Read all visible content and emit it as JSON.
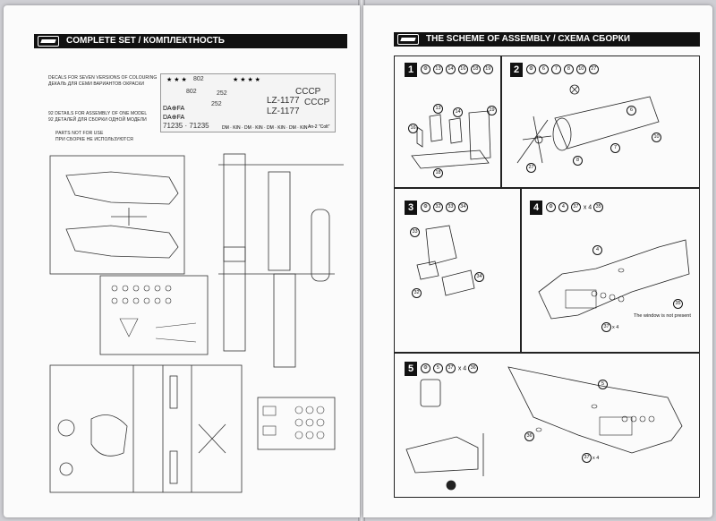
{
  "left_page": {
    "header_title": "COMPLETE SET / КОМПЛЕКТНОСТЬ",
    "decals_text_en": "DECALS FOR SEVEN VERSIONS OF COLOURING",
    "decals_text_ru": "ДЕКАЛЬ ДЛЯ СЕМИ ВАРИАНТОВ ОКРАСКИ",
    "details_text_en": "92 DETAILS FOR ASSEMBLY OF ONE MODEL",
    "details_text_ru": "92 ДЕТАЛЕЙ ДЛЯ СБОРКИ ОДНОЙ МОДЕЛИ",
    "unused_text_en": "PARTS NOT FOR USE",
    "unused_text_ru": "ПРИ СБОРКЕ НЕ ИСПОЛЬЗУЮТСЯ",
    "decal_sheet": {
      "reg_1": "LZ-1177",
      "reg_2": "LZ-1177",
      "cccp_1": "СССР",
      "cccp_2": "СССР",
      "num_802_a": "802",
      "num_802_b": "802",
      "num_252_a": "252",
      "num_252_b": "252",
      "reg_71235": "71235 · 71235",
      "da_fa_1": "DA⊕FA",
      "da_fa_2": "DA⊕FA",
      "strip": "DM · KIN · DM · KIN · DM · KIN · DM · KIN",
      "model_name": "An-2 \"Colt\""
    }
  },
  "right_page": {
    "header_title": "THE SCHEME OF ASSEMBLY / СХЕМА СБОРКИ",
    "steps": [
      {
        "num": "1",
        "parts": [
          "13",
          "14",
          "16",
          "18",
          "19"
        ],
        "extra": ""
      },
      {
        "num": "2",
        "parts": [
          "6",
          "7",
          "8",
          "10",
          "27"
        ],
        "extra": ""
      },
      {
        "num": "3",
        "parts": [
          "32",
          "33",
          "34"
        ],
        "extra": ""
      },
      {
        "num": "4",
        "parts": [
          "4",
          "37"
        ],
        "extra": "x 4",
        "parts_after": [
          "35"
        ]
      },
      {
        "num": "5",
        "parts": [
          "5",
          "37"
        ],
        "extra": "x 4",
        "parts_after": [
          "36"
        ]
      }
    ],
    "step4_note": "The window is not present",
    "callouts": {
      "s1": [
        "13",
        "14",
        "16",
        "19",
        "18"
      ],
      "s2": [
        "6",
        "7",
        "8",
        "10",
        "27"
      ],
      "s3": [
        "33",
        "34",
        "32"
      ],
      "s4": [
        "4",
        "35",
        "37",
        "x 4"
      ],
      "s5": [
        "5",
        "36",
        "37",
        "x 4"
      ]
    }
  }
}
